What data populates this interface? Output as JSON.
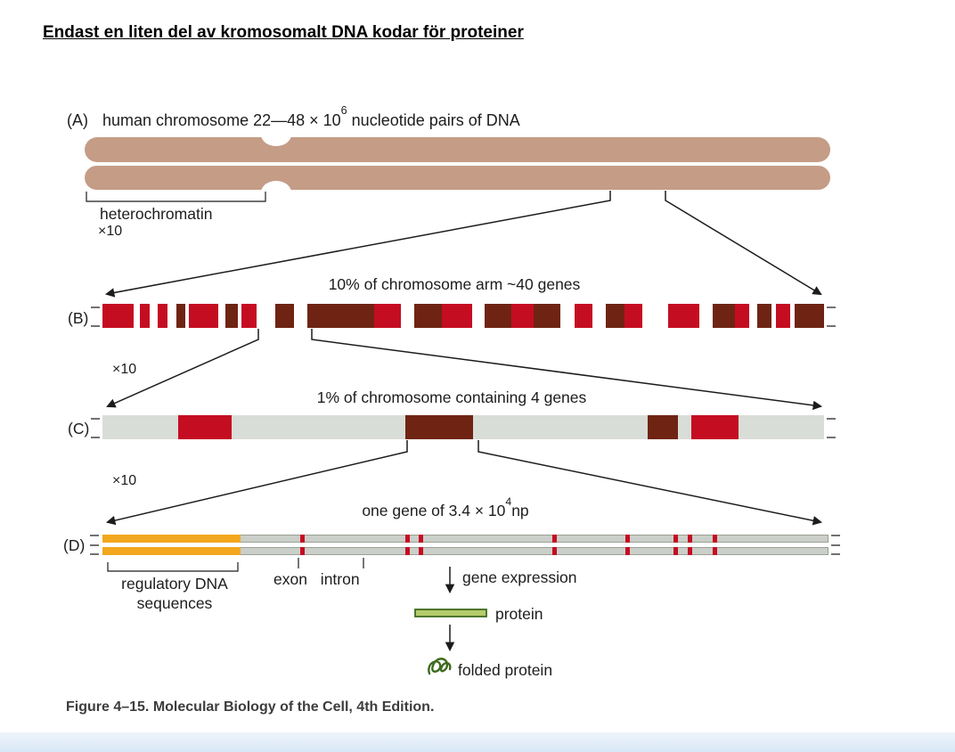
{
  "title": "Endast en liten del av kromosomalt DNA kodar för proteiner",
  "caption": "Figure 4–15. Molecular Biology of the Cell, 4th Edition.",
  "colors": {
    "chromosome": "#c59c86",
    "red": "#c50d22",
    "brown": "#6f2413",
    "gray_bar": "#d9ddd7",
    "d_bar": "#cbcfc9",
    "orange": "#f2a71e",
    "green_fill": "#b5cc6b",
    "green_stroke": "#3e6b1f"
  },
  "panelA": {
    "label": "(A)",
    "text_prefix": "human chromosome 22—48 × 10",
    "exponent": "6",
    "text_suffix": " nucleotide pairs of DNA",
    "heterochromatin": "heterochromatin",
    "zoom": "×10"
  },
  "panelB": {
    "label": "(B)",
    "title": "10% of chromosome arm ~40 genes",
    "zoom": "×10",
    "segments": [
      {
        "s": 0,
        "w": 4.3,
        "c": "red"
      },
      {
        "s": 5.2,
        "w": 1.4,
        "c": "red"
      },
      {
        "s": 7.6,
        "w": 1.4,
        "c": "red"
      },
      {
        "s": 10.2,
        "w": 1.3,
        "c": "brown"
      },
      {
        "s": 12.0,
        "w": 4.0,
        "c": "red"
      },
      {
        "s": 17.0,
        "w": 1.8,
        "c": "brown"
      },
      {
        "s": 19.2,
        "w": 2.2,
        "c": "red"
      },
      {
        "s": 24.0,
        "w": 2.6,
        "c": "brown"
      },
      {
        "s": 28.4,
        "w": 9.3,
        "c": "brown"
      },
      {
        "s": 37.7,
        "w": 3.7,
        "c": "red"
      },
      {
        "s": 43.2,
        "w": 3.8,
        "c": "brown"
      },
      {
        "s": 47.0,
        "w": 4.2,
        "c": "red"
      },
      {
        "s": 53.0,
        "w": 3.7,
        "c": "brown"
      },
      {
        "s": 56.7,
        "w": 3.1,
        "c": "red"
      },
      {
        "s": 59.8,
        "w": 3.7,
        "c": "brown"
      },
      {
        "s": 65.4,
        "w": 2.5,
        "c": "red"
      },
      {
        "s": 69.8,
        "w": 2.5,
        "c": "brown"
      },
      {
        "s": 72.3,
        "w": 2.5,
        "c": "red"
      },
      {
        "s": 78.4,
        "w": 4.3,
        "c": "red"
      },
      {
        "s": 84.6,
        "w": 3.1,
        "c": "brown"
      },
      {
        "s": 87.7,
        "w": 1.9,
        "c": "red"
      },
      {
        "s": 90.8,
        "w": 1.9,
        "c": "brown"
      },
      {
        "s": 93.3,
        "w": 2.0,
        "c": "red"
      },
      {
        "s": 95.9,
        "w": 4.1,
        "c": "brown"
      }
    ]
  },
  "panelC": {
    "label": "(C)",
    "title": "1% of chromosome containing 4 genes",
    "zoom": "×10",
    "segments": [
      {
        "s": 10.5,
        "w": 7.4,
        "c": "red"
      },
      {
        "s": 42.0,
        "w": 9.3,
        "c": "brown"
      },
      {
        "s": 75.6,
        "w": 4.2,
        "c": "brown"
      },
      {
        "s": 81.6,
        "w": 6.6,
        "c": "red"
      }
    ]
  },
  "panelD": {
    "label": "(D)",
    "title_prefix": "one gene of 3.4 × 10",
    "exponent": "4",
    "title_suffix": "np",
    "regulatory_line1": "regulatory DNA",
    "regulatory_line2": "sequences",
    "exon_intron": "exon intron",
    "gene_expression": "gene expression",
    "protein": "protein",
    "folded_protein": "folded protein",
    "regulatory_width_pct": 19,
    "exon_ticks_pct": [
      27.2,
      41.7,
      43.6,
      62.0,
      72.0,
      78.7,
      80.6,
      84.0
    ]
  }
}
